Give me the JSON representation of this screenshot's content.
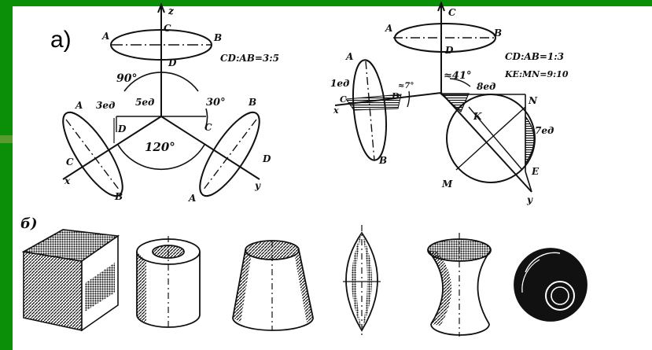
{
  "section_a_label": "а)",
  "section_b_label": "б)",
  "diagram_left": {
    "axis_z": "z",
    "axis_x": "x",
    "axis_y": "y",
    "ratio": "CD:AB=3:5",
    "angle_top": "90°",
    "angle_right": "30°",
    "angle_bottom": "120°",
    "unit_3": "3ед",
    "unit_5": "5ед",
    "points": {
      "A": "A",
      "B": "B",
      "C": "C",
      "D": "D"
    }
  },
  "diagram_right": {
    "axis_c": "C",
    "axis_x": "x",
    "axis_y": "y",
    "ratio1": "CD:AB=1:3",
    "ratio2": "KE:MN=9:10",
    "angle_small": "≈7°",
    "angle_large": "≈41°",
    "unit_1": "1ед",
    "unit_8": "8ед",
    "unit_7": "7ед",
    "points": {
      "A": "A",
      "B": "B",
      "C": "C",
      "D": "D",
      "K": "K",
      "N": "N",
      "E": "E",
      "M": "M"
    }
  },
  "colors": {
    "background": "#0c8f08",
    "panel": "#ffffff",
    "ink": "#111111"
  }
}
